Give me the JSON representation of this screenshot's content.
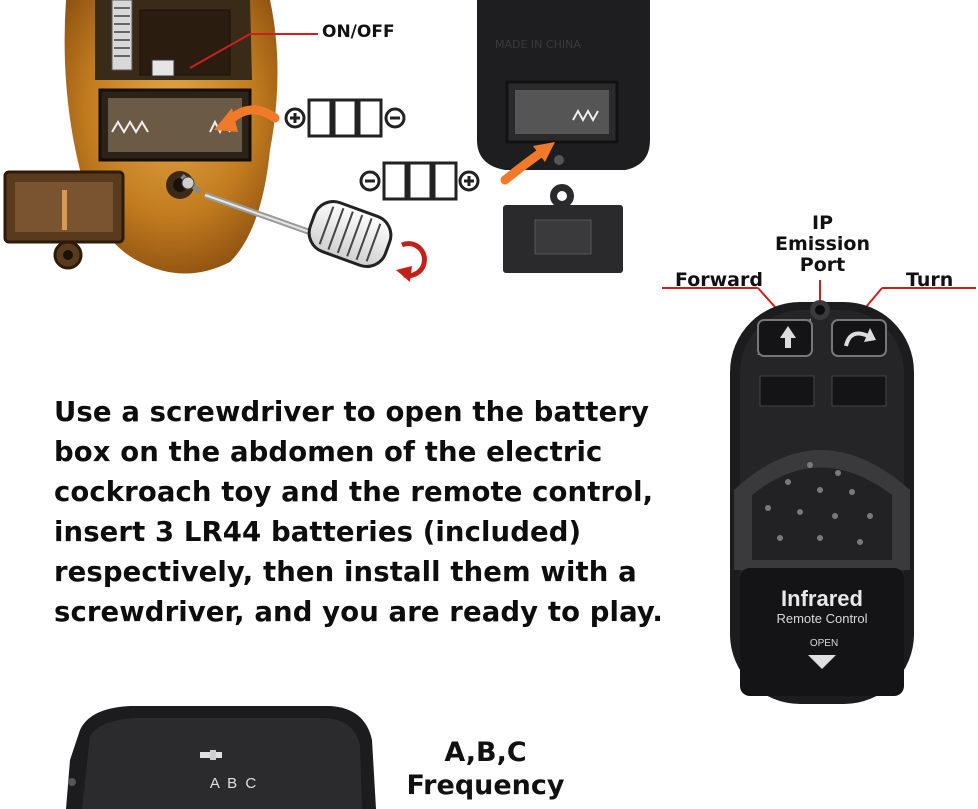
{
  "labels": {
    "on_off": "ON/OFF",
    "ip_line1": "IP",
    "ip_line2": "Emission",
    "ip_line3": "Port",
    "forward": "Forward",
    "turn": "Turn",
    "freq_line1": "A,B,C",
    "freq_line2": "Frequency"
  },
  "instructions": {
    "line1": "Use a screwdriver to open the battery",
    "line2": "box on the abdomen of the electric",
    "line3": "cockroach toy and the remote control,",
    "line4": "insert 3 LR44 batteries (included)",
    "line5": "respectively, then install them with a",
    "line6": "screwdriver, and you are ready to play."
  },
  "remote": {
    "brand_line1": "Infrared",
    "brand_line2": "Remote Control",
    "open_label": "OPEN"
  },
  "switch": {
    "letters": "A B C"
  },
  "icons": {
    "plus": "plus-icon",
    "minus": "minus-icon",
    "arrow": "curved-arrow-icon",
    "screw": "screw-icon",
    "screwdriver": "screwdriver-icon"
  },
  "colors": {
    "callout_line": "#cc1f1f",
    "arrow_orange": "#f07a2a",
    "toy_body": "#c07a1c",
    "remote_body": "#1c1c1e"
  }
}
